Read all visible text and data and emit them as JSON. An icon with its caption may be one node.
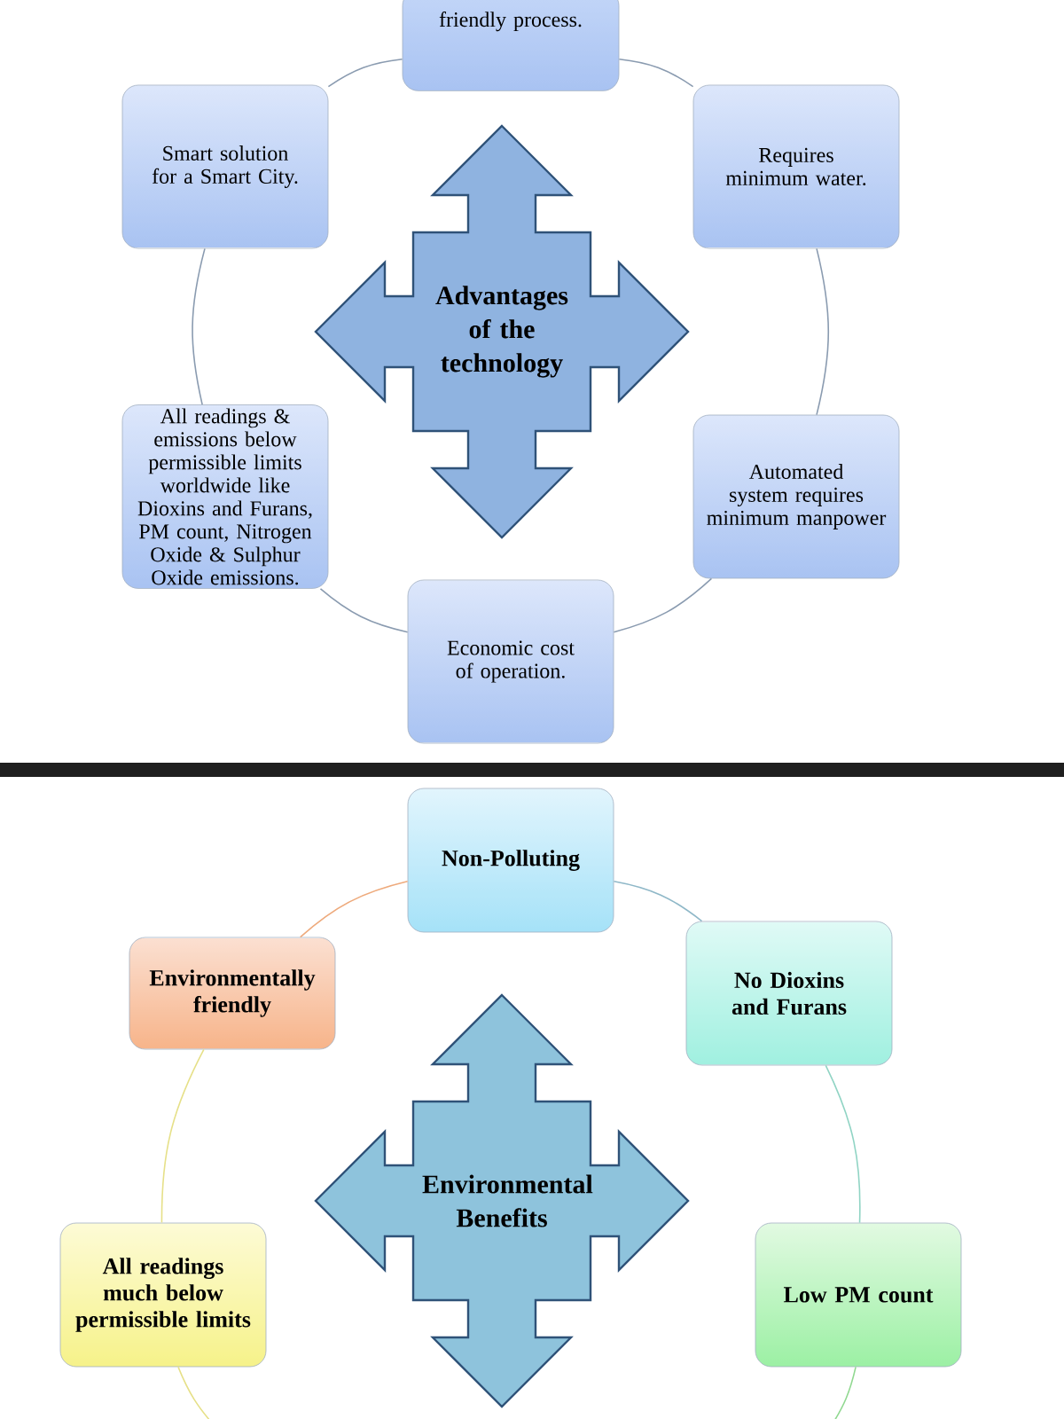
{
  "diagram": {
    "nodes": [
      {
        "text": [
          "friendly process."
        ]
      },
      {
        "text": [
          "Smart solution for a Smart City."
        ]
      },
      {
        "text": [
          "Requires minimum water."
        ]
      },
      {
        "text": [
          "Advantages of the technology"
        ]
      },
      {
        "text": [
          "All readings & emissions below permissible limits worldwide like Dioxins and Furans, PM count, Nitrogen Oxide & Sulphur Oxide emissions."
        ]
      },
      {
        "text": [
          "Automated system requires minimum manpower"
        ]
      },
      {
        "text": [
          "Economic cost of operation."
        ]
      },
      {
        "text": [
          "Non-Polluting"
        ]
      },
      {
        "text": [
          "Environmentally friendly"
        ]
      },
      {
        "text": [
          "No Dioxins and Furans"
        ]
      },
      {
        "text": [
          "Environmental Benefits"
        ]
      },
      {
        "text": [
          "All readings much below permissible limits"
        ]
      },
      {
        "text": [
          "Low PM count"
        ]
      }
    ],
    "edges": [
      {
        "from": 0,
        "to": 2,
        "arrow": "none"
      },
      {
        "from": 2,
        "to": 5,
        "arrow": "none"
      },
      {
        "from": 5,
        "to": 6,
        "arrow": "none"
      },
      {
        "from": 6,
        "to": 4,
        "arrow": "none"
      },
      {
        "from": 4,
        "to": 1,
        "arrow": "none"
      },
      {
        "from": 1,
        "to": 0,
        "arrow": "none"
      },
      {
        "from": 7,
        "to": 9,
        "arrow": "none",
        "color": "#8fb8c8"
      },
      {
        "from": 9,
        "to": 12,
        "arrow": "none",
        "color": "#90d4c4"
      },
      {
        "from": 12,
        "to": null,
        "arrow": "none",
        "color": "#90d890"
      },
      {
        "from": 11,
        "to": null,
        "arrow": "none",
        "color": "#e6e088"
      },
      {
        "from": 11,
        "to": 8,
        "arrow": "none",
        "color": "#e6e088"
      },
      {
        "from": 8,
        "to": 7,
        "arrow": "none",
        "color": "#eeaa7c"
      }
    ]
  }
}
